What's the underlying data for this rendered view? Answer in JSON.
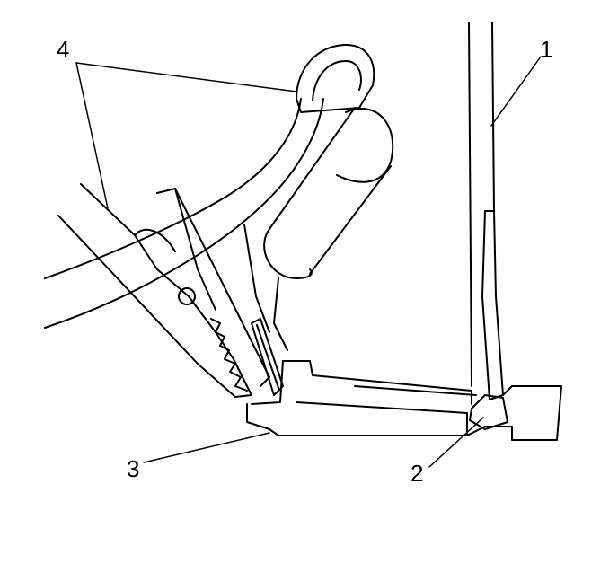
{
  "callouts": {
    "one": "1",
    "two": "2",
    "three": "3",
    "four": "4"
  },
  "colors": {
    "stroke": "#000000",
    "background": "#ffffff"
  }
}
